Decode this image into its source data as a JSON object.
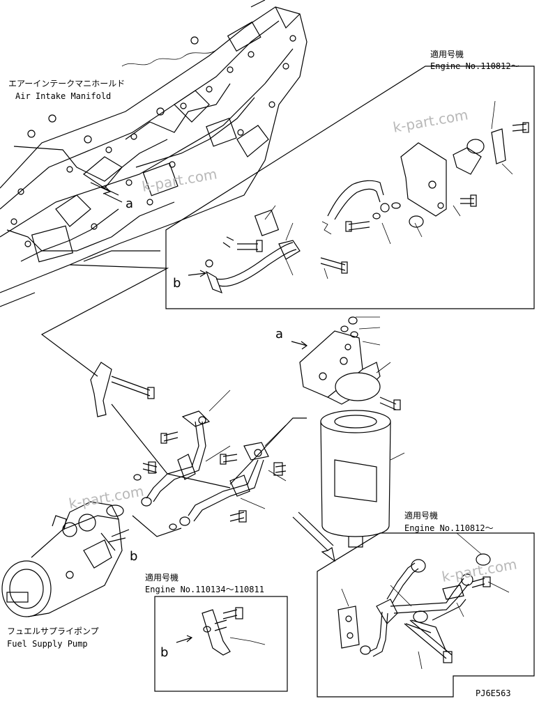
{
  "labels": {
    "air_intake_jp": "エアーインテークマニホールド",
    "air_intake_en": "Air Intake Manifold",
    "fuel_pump_jp": "フュエルサプライポンプ",
    "fuel_pump_en": "Fuel Supply Pump",
    "applicable_jp": "適用号機",
    "engine_from_110812": "Engine No.110812～",
    "engine_range": "Engine No.110134～110811",
    "ref_a": "a",
    "ref_b": "b",
    "part_code": "PJ6E563"
  },
  "watermark": "k-part.com"
}
